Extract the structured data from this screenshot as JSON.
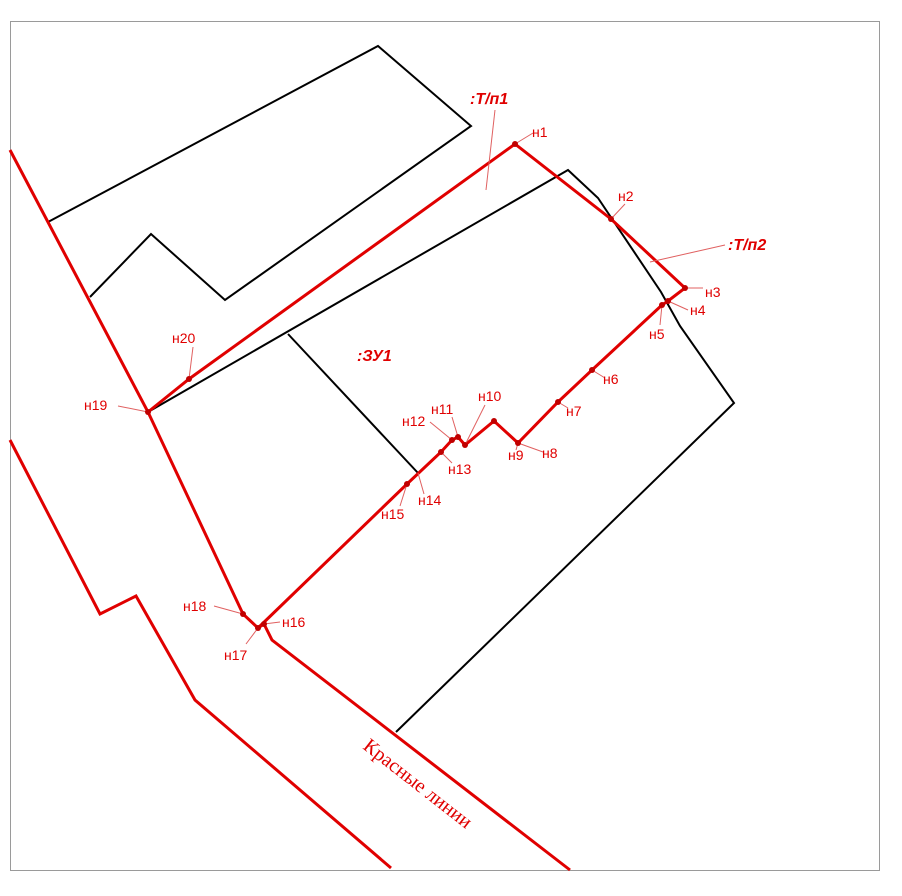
{
  "colors": {
    "existing_boundary": "#000000",
    "new_boundary": "#e00000",
    "frame": "#9a9a9a",
    "leader": "#e06060"
  },
  "zones": {
    "tp1": ":Т/п1",
    "tp2": ":Т/п2",
    "zu1": ":ЗУ1"
  },
  "red_lines_label": "Красные линии",
  "points": {
    "n1": "н1",
    "n2": "н2",
    "n3": "н3",
    "n4": "н4",
    "n5": "н5",
    "n6": "н6",
    "n7": "н7",
    "n8": "н8",
    "n9": "н9",
    "n10": "н10",
    "n11": "н11",
    "n12": "н12",
    "n13": "н13",
    "n14": "н14",
    "n15": "н15",
    "n16": "н16",
    "n17": "н17",
    "n18": "н18",
    "n19": "н19",
    "n20": "н20"
  }
}
